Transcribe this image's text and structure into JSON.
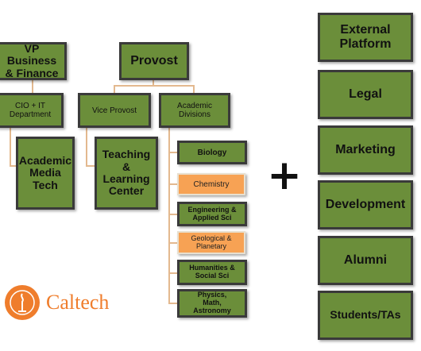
{
  "org_chart": {
    "vp_business": "VP Business & Finance",
    "provost": "Provost",
    "cio_it": "CIO + IT Department",
    "vice_provost": "Vice Provost",
    "academic_divisions": "Academic Divisions",
    "academic_media_tech": "Academic Media Tech",
    "teaching_learning": "Teaching & Learning Center",
    "divisions": [
      {
        "label": "Biology",
        "highlight": false
      },
      {
        "label": "Chemistry",
        "highlight": true
      },
      {
        "label": "Engineering & Applied Sci",
        "highlight": false
      },
      {
        "label": "Geological & Planetary",
        "highlight": true
      },
      {
        "label": "Humanities & Social Sci",
        "highlight": false
      },
      {
        "label": "Physics, Math, Astronomy",
        "highlight": false
      }
    ]
  },
  "plus_sign": "+",
  "right_boxes": [
    "External Platform",
    "Legal",
    "Marketing",
    "Development",
    "Alumni",
    "Students/TAs"
  ],
  "logo": {
    "name": "Caltech"
  },
  "colors": {
    "green": "#6b8e3a",
    "orange": "#f7a254",
    "connector": "#e3b98f",
    "brand": "#ef7d2c"
  }
}
